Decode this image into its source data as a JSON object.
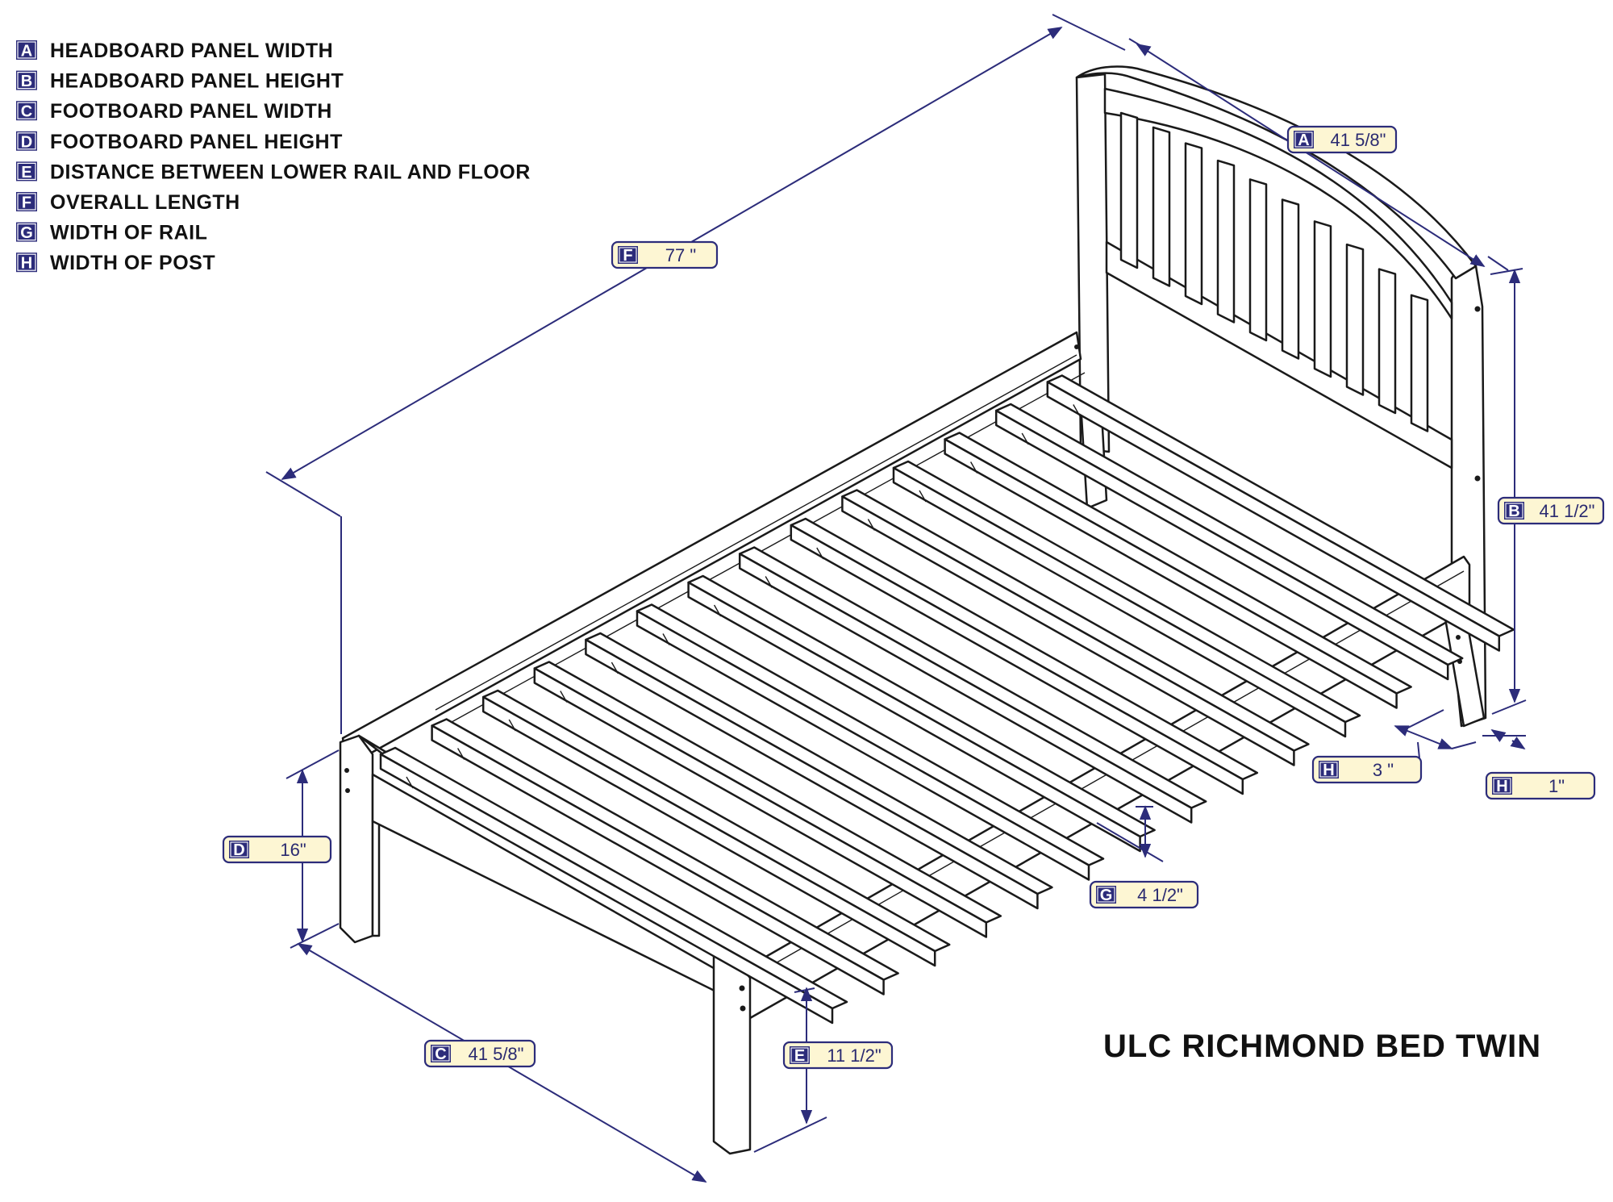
{
  "legend": [
    {
      "letter": "A",
      "text": "HEADBOARD PANEL WIDTH"
    },
    {
      "letter": "B",
      "text": "HEADBOARD PANEL HEIGHT"
    },
    {
      "letter": "C",
      "text": "FOOTBOARD PANEL WIDTH"
    },
    {
      "letter": "D",
      "text": "FOOTBOARD PANEL HEIGHT"
    },
    {
      "letter": "E",
      "text": "DISTANCE BETWEEN LOWER RAIL AND FLOOR"
    },
    {
      "letter": "F",
      "text": "OVERALL LENGTH"
    },
    {
      "letter": "G",
      "text": "WIDTH OF RAIL"
    },
    {
      "letter": "H",
      "text": "WIDTH OF POST"
    }
  ],
  "dimensions": {
    "A": {
      "letter": "A",
      "value": "41 5/8\""
    },
    "B": {
      "letter": "B",
      "value": "41 1/2\""
    },
    "C": {
      "letter": "C",
      "value": "41 5/8\""
    },
    "D": {
      "letter": "D",
      "value": "16\""
    },
    "E": {
      "letter": "E",
      "value": "11 1/2\""
    },
    "F": {
      "letter": "F",
      "value": "77 \""
    },
    "G": {
      "letter": "G",
      "value": "4 1/2\""
    },
    "H1": {
      "letter": "H",
      "value": "3 \""
    },
    "H2": {
      "letter": "H",
      "value": "1\""
    }
  },
  "title": "ULC RICHMOND BED TWIN",
  "colors": {
    "accent": "#2c2c7a",
    "tag_fill": "#fdf6d3",
    "line": "#1a1a1a"
  }
}
